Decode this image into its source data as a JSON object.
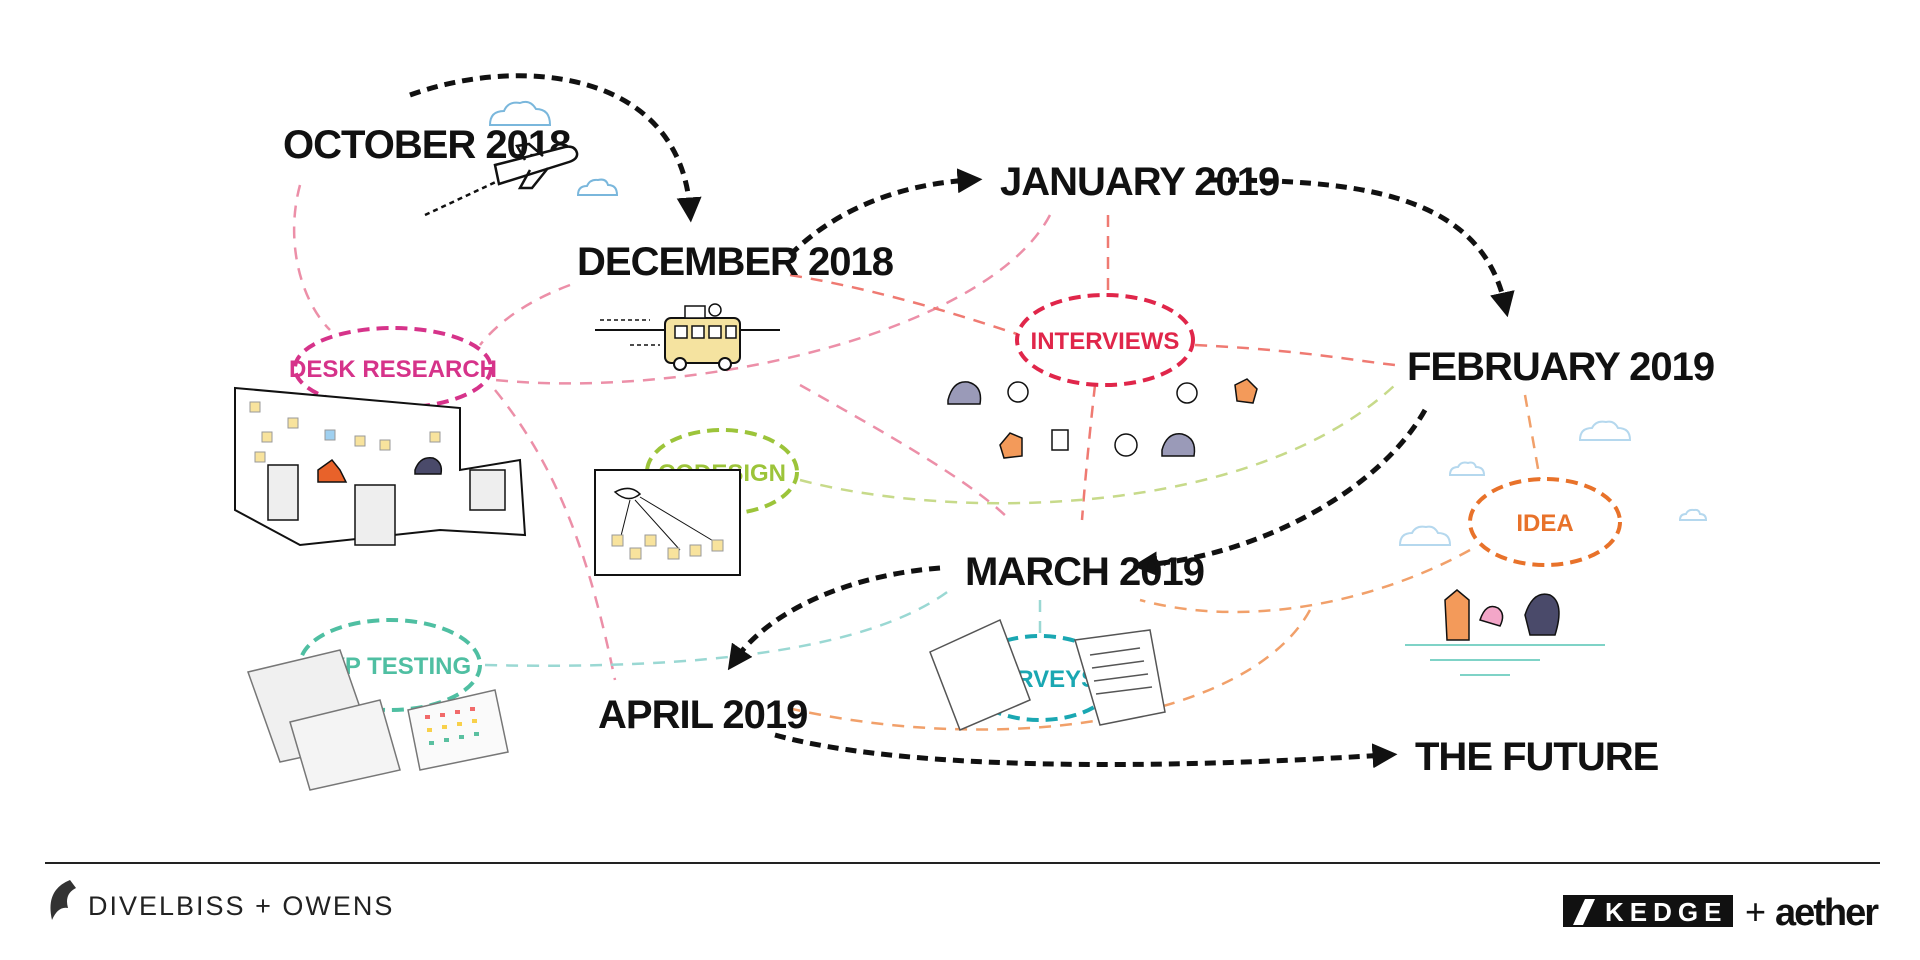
{
  "months": {
    "oct2018": "OCTOBER 2018",
    "dec2018": "DECEMBER 2018",
    "jan2019": "JANUARY 2019",
    "feb2019": "FEBRUARY 2019",
    "mar2019": "MARCH 2019",
    "apr2019": "APRIL 2019",
    "future": "THE FUTURE"
  },
  "activities": {
    "desk_research": "DESK RESEARCH",
    "interviews": "INTERVIEWS",
    "codesign": "CODESIGN",
    "idea": "IDEA",
    "mvp_testing": "MVP TESTING",
    "surveys": "SURVEYS"
  },
  "colors": {
    "desk_research": "#d6338a",
    "interviews": "#e0264a",
    "codesign": "#9cc43a",
    "idea": "#e8722a",
    "mvp_testing": "#4fbfa2",
    "surveys": "#1aa7b2",
    "pink_line": "#ec8fa8",
    "salmon_line": "#ef7a72",
    "green_line": "#c7da8a",
    "orange_line": "#f1a06a",
    "teal_line": "#9ad8d3"
  },
  "footer": {
    "left_brand": "DIVELBISS + OWENS",
    "kedge": "KEDGE",
    "plus": "+",
    "aether": "aether"
  },
  "icons": [
    "airplane-icon",
    "bus-icon",
    "cloud-icon",
    "sticky-wall-icon",
    "lamp-notes-icon",
    "paper-stack-icon",
    "fox-character-icon",
    "bird-character-icon",
    "jellyfish-character-icon"
  ]
}
